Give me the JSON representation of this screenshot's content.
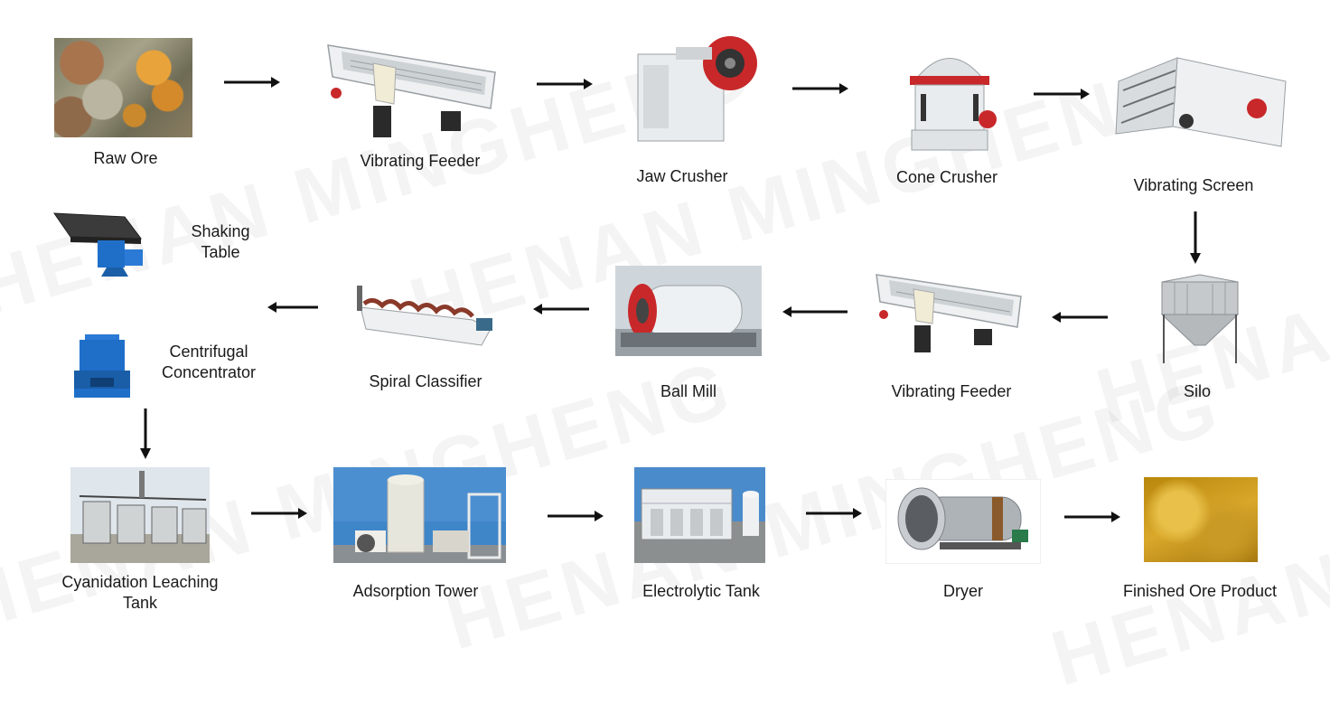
{
  "watermark": "HENAN MINGHENG",
  "steps": [
    {
      "id": "raw-ore",
      "label": "Raw Ore"
    },
    {
      "id": "vibrating-feeder-1",
      "label": "Vibrating Feeder"
    },
    {
      "id": "jaw-crusher",
      "label": "Jaw Crusher"
    },
    {
      "id": "cone-crusher",
      "label": "Cone Crusher"
    },
    {
      "id": "vibrating-screen",
      "label": "Vibrating Screen"
    },
    {
      "id": "silo",
      "label": "Silo"
    },
    {
      "id": "vibrating-feeder-2",
      "label": "Vibrating Feeder"
    },
    {
      "id": "ball-mill",
      "label": "Ball Mill"
    },
    {
      "id": "spiral-classifier",
      "label": "Spiral Classifier"
    },
    {
      "id": "shaking-table",
      "label": "Shaking Table"
    },
    {
      "id": "centrifugal-concentrator",
      "label": "Centrifugal Concentrator"
    },
    {
      "id": "cyanidation-leaching-tank",
      "label": "Cyanidation Leaching Tank"
    },
    {
      "id": "adsorption-tower",
      "label": "Adsorption Tower"
    },
    {
      "id": "electrolytic-tank",
      "label": "Electrolytic Tank"
    },
    {
      "id": "dryer",
      "label": "Dryer"
    },
    {
      "id": "finished-ore-product",
      "label": "Finished Ore Product"
    }
  ],
  "colors": {
    "arrow": "#111111",
    "machine_white": "#e9ecee",
    "accent_red": "#c8282a",
    "accent_blue": "#1f6fc9",
    "gold": "#d4a22a"
  }
}
